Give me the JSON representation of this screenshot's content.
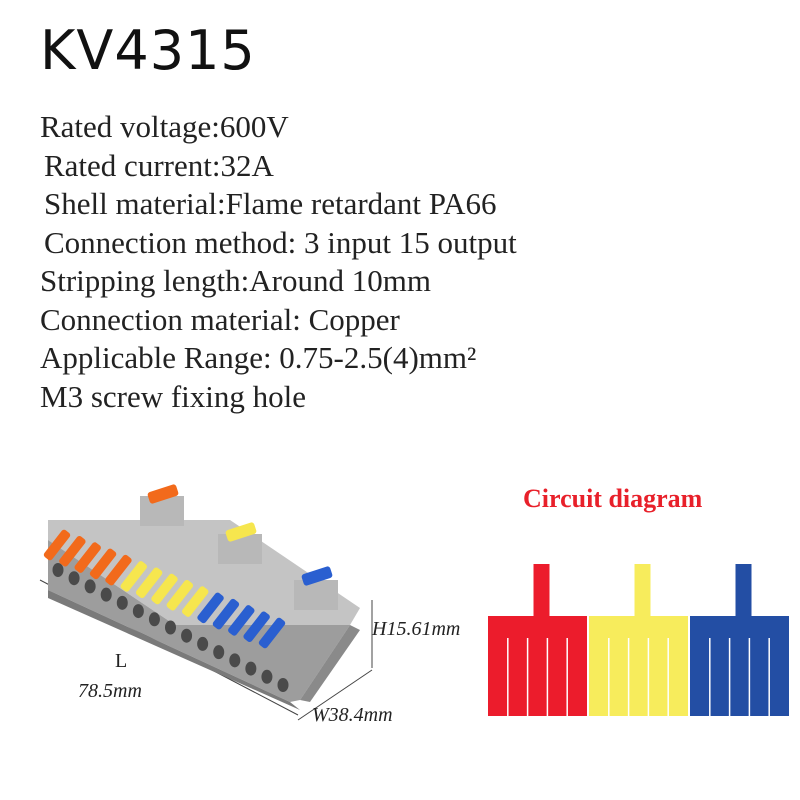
{
  "title": "KV4315",
  "specs": [
    "Rated voltage:600V",
    "Rated current:32A",
    "Shell material:Flame retardant PA66",
    "Connection method: 3 input 15 output",
    "Stripping length:Around 10mm",
    "Connection material: Copper",
    "Applicable Range: 0.75-2.5(4)mm²",
    "M3 screw fixing hole"
  ],
  "dimensions": {
    "length_label": "L",
    "length_value": "78.5mm",
    "height": "H15.61mm",
    "width": "W38.4mm"
  },
  "circuit": {
    "title": "Circuit diagram",
    "groups": [
      {
        "color": "#ec1c2c",
        "outputs": 5
      },
      {
        "color": "#f7ec5c",
        "outputs": 5
      },
      {
        "color": "#234ea4",
        "outputs": 5
      }
    ]
  },
  "colors": {
    "lever_orange": "#f26a1b",
    "lever_yellow": "#f6e64e",
    "lever_blue": "#2a5fd0",
    "housing_gray": "#a9a9a9"
  }
}
